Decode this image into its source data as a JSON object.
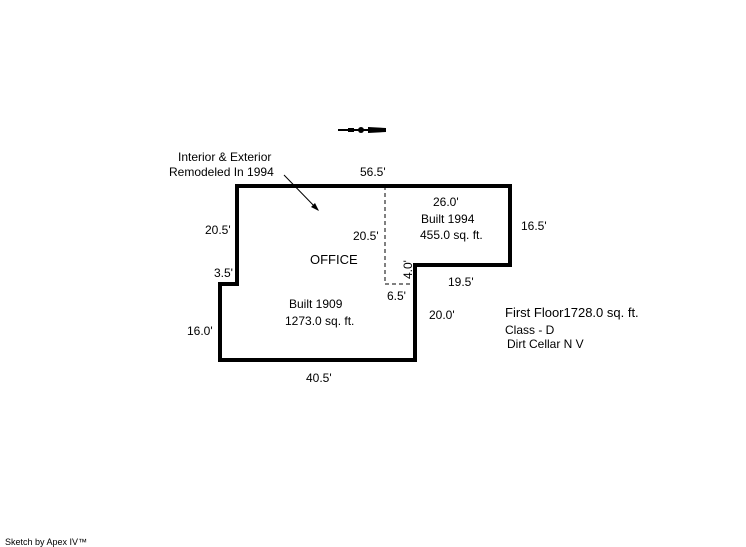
{
  "annotation": {
    "line1": "Interior & Exterior",
    "line2": "Remodeled In 1994"
  },
  "dimensions": {
    "top": "56.5'",
    "left_upper": "20.5'",
    "left_notch": "3.5'",
    "left_lower": "16.0'",
    "bottom": "40.5'",
    "inner_divider": "20.5'",
    "addition_top": "26.0'",
    "addition_right": "16.5'",
    "addition_bottom": "19.5'",
    "step_vertical": "4.0'",
    "step_horizontal": "6.5'",
    "right_lower": "20.0'"
  },
  "rooms": {
    "office_label": "OFFICE",
    "main_built": "Built 1909",
    "main_area": "1273.0 sq. ft.",
    "addition_built": "Built 1994",
    "addition_area": "455.0 sq. ft."
  },
  "summary": {
    "floor": "First Floor1728.0 sq. ft.",
    "class": "Class - D",
    "cellar": "Dirt Cellar N V"
  },
  "footer": "Sketch by Apex IV™"
}
